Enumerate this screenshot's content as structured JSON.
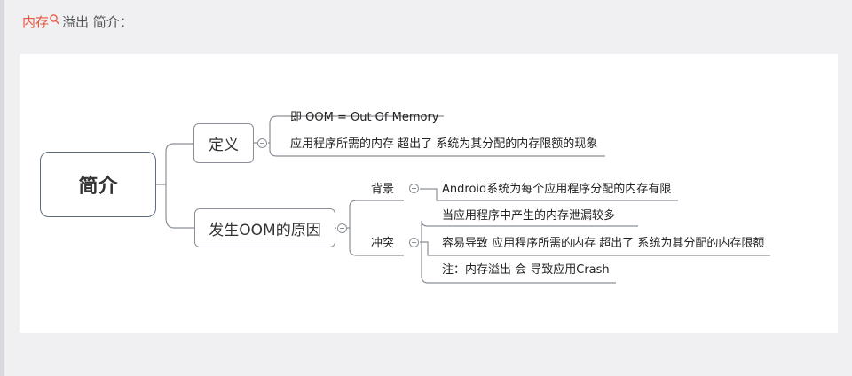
{
  "heading": {
    "link_text": "内存",
    "text": "溢出 简介："
  },
  "mindmap": {
    "root": "简介",
    "branches": [
      {
        "label": "定义",
        "children": [
          "即 OOM = Out Of Memory",
          "应用程序所需的内存 超出了 系统为其分配的内存限额的现象"
        ]
      },
      {
        "label": "发生OOM的原因",
        "children": [
          {
            "label": "背景",
            "children": [
              "Android系统为每个应用程序分配的内存有限"
            ]
          },
          {
            "label": "冲突",
            "children": [
              "当应用程序中产生的内存泄漏较多",
              "容易导致 应用程序所需的内存 超出了 系统为其分配的内存限额",
              "注：内存溢出 会 导致应用Crash"
            ]
          }
        ]
      }
    ]
  },
  "colors": {
    "link": "#e8543c",
    "page_bg": "#f0f0f2",
    "line": "#8a8f97",
    "root_border": "#5f6b7e"
  }
}
